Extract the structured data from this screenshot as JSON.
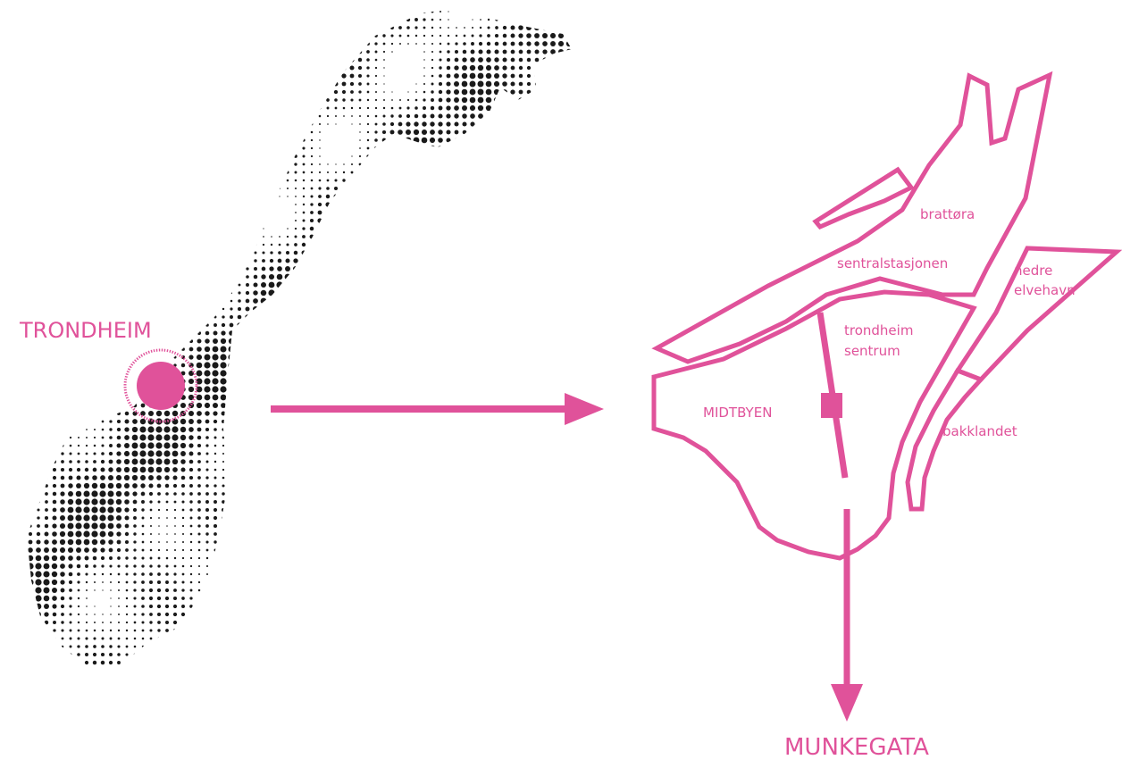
{
  "colors": {
    "accent": "#e0529a",
    "dots": "#1a1a1a",
    "background": "#ffffff"
  },
  "labels": {
    "city": "TRONDHEIM",
    "street": "MUNKEGATA",
    "districts": {
      "brattora": "brattøra",
      "sentralstasjonen": "sentralstasjonen",
      "nedre_line1": "nedre",
      "nedre_line2": "elvehavn",
      "sentrum_line1": "trondheim",
      "sentrum_line2": "sentrum",
      "midtbyen": "MIDTBYEN",
      "bakklandet": "bakklandet"
    }
  }
}
